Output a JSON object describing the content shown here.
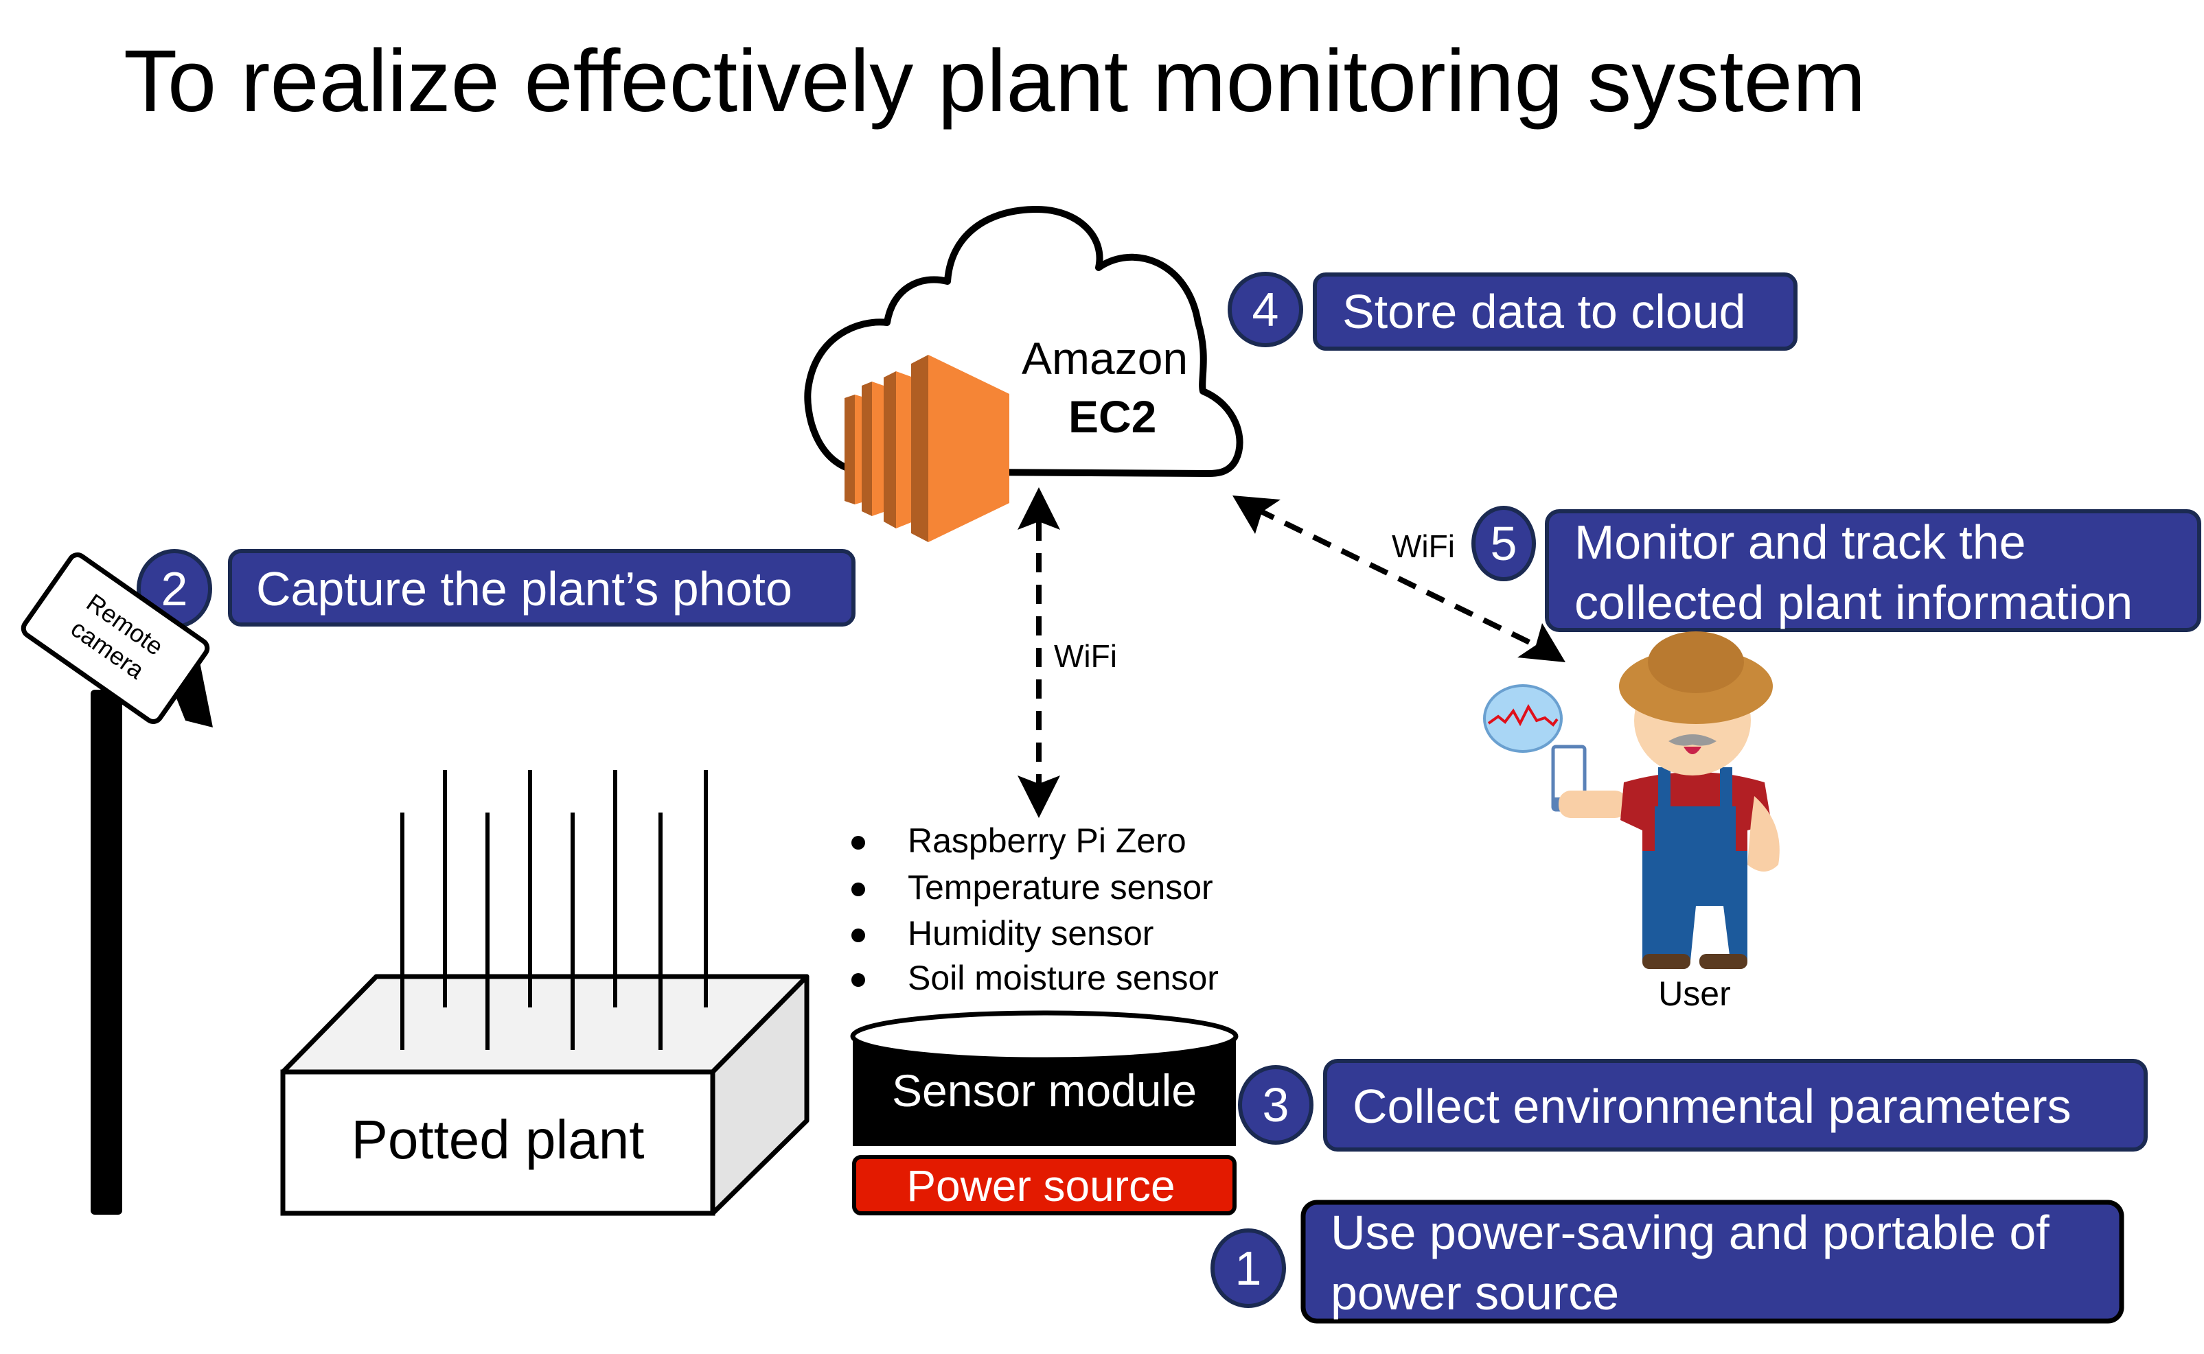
{
  "title": "To realize effectively plant monitoring system",
  "colors": {
    "step_fill": "#333a94",
    "step_border": "#1b2a52",
    "power_source": "#e31a00",
    "ec2_orange": "#f58536",
    "ec2_dark": "#b05e23"
  },
  "cloud": {
    "service_name_line1": "Amazon",
    "service_name_line2": "EC2",
    "icon": "ec2-server-icon"
  },
  "links": {
    "vertical_label": "WiFi",
    "diagonal_label": "WiFi"
  },
  "steps": [
    {
      "number": "1",
      "lines": [
        "Use power-saving and portable of",
        "power source"
      ]
    },
    {
      "number": "2",
      "lines": [
        "Capture the plant’s photo"
      ]
    },
    {
      "number": "3",
      "lines": [
        "Collect environmental parameters"
      ]
    },
    {
      "number": "4",
      "lines": [
        "Store data to cloud"
      ]
    },
    {
      "number": "5",
      "lines": [
        "Monitor and track the",
        "collected plant information"
      ]
    }
  ],
  "sensor_module": {
    "components": [
      "Raspberry Pi Zero",
      "Temperature sensor",
      "Humidity sensor",
      "Soil moisture sensor"
    ],
    "label": "Sensor module",
    "power_label": "Power source"
  },
  "camera": {
    "label_line1": "Remote",
    "label_line2": "camera"
  },
  "plant": {
    "label": "Potted plant"
  },
  "user": {
    "label": "User"
  }
}
